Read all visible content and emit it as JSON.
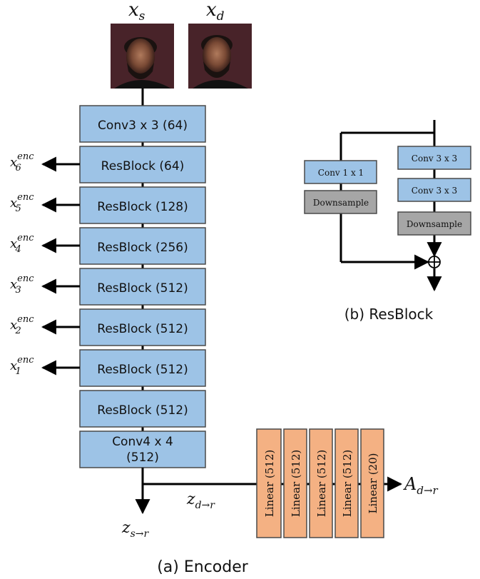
{
  "colors": {
    "encoder_block": "#9DC3E6",
    "linear_block": "#F4B183",
    "downsample_block": "#A6A6A6",
    "line": "#000000"
  },
  "inputs": {
    "source": {
      "label": "x",
      "subscript": "s",
      "image": "portrait-source"
    },
    "driving": {
      "label": "x",
      "subscript": "d",
      "image": "portrait-driving"
    }
  },
  "encoder": {
    "caption": "(a) Encoder",
    "blocks": [
      {
        "label": "Conv3 x 3 (64)"
      },
      {
        "label": "ResBlock (64)",
        "feature": {
          "base": "x",
          "sup": "enc",
          "sub": "6"
        }
      },
      {
        "label": "ResBlock (128)",
        "feature": {
          "base": "x",
          "sup": "enc",
          "sub": "5"
        }
      },
      {
        "label": "ResBlock (256)",
        "feature": {
          "base": "x",
          "sup": "enc",
          "sub": "4"
        }
      },
      {
        "label": "ResBlock (512)",
        "feature": {
          "base": "x",
          "sup": "enc",
          "sub": "3"
        }
      },
      {
        "label": "ResBlock (512)",
        "feature": {
          "base": "x",
          "sup": "enc",
          "sub": "2"
        }
      },
      {
        "label": "ResBlock (512)",
        "feature": {
          "base": "x",
          "sup": "enc",
          "sub": "1"
        }
      },
      {
        "label": "ResBlock (512)"
      },
      {
        "label_lines": [
          "Conv4 x 4",
          "(512)"
        ]
      }
    ],
    "outputs": {
      "latent_s": {
        "base": "z",
        "sub": "s→r"
      },
      "latent_d": {
        "base": "z",
        "sub": "d→r"
      },
      "motion": {
        "base": "A",
        "sub": "d→r"
      }
    }
  },
  "mlp": {
    "layers": [
      "Linear (512)",
      "Linear (512)",
      "Linear (512)",
      "Linear (512)",
      "Linear (20)"
    ]
  },
  "resblock": {
    "caption": "(b) ResBlock",
    "left_branch": [
      "Conv 1 x 1",
      "Downsample"
    ],
    "right_branch": [
      "Conv 3 x 3",
      "Conv 3 x 3",
      "Downsample"
    ],
    "merge_symbol": "⊕"
  }
}
